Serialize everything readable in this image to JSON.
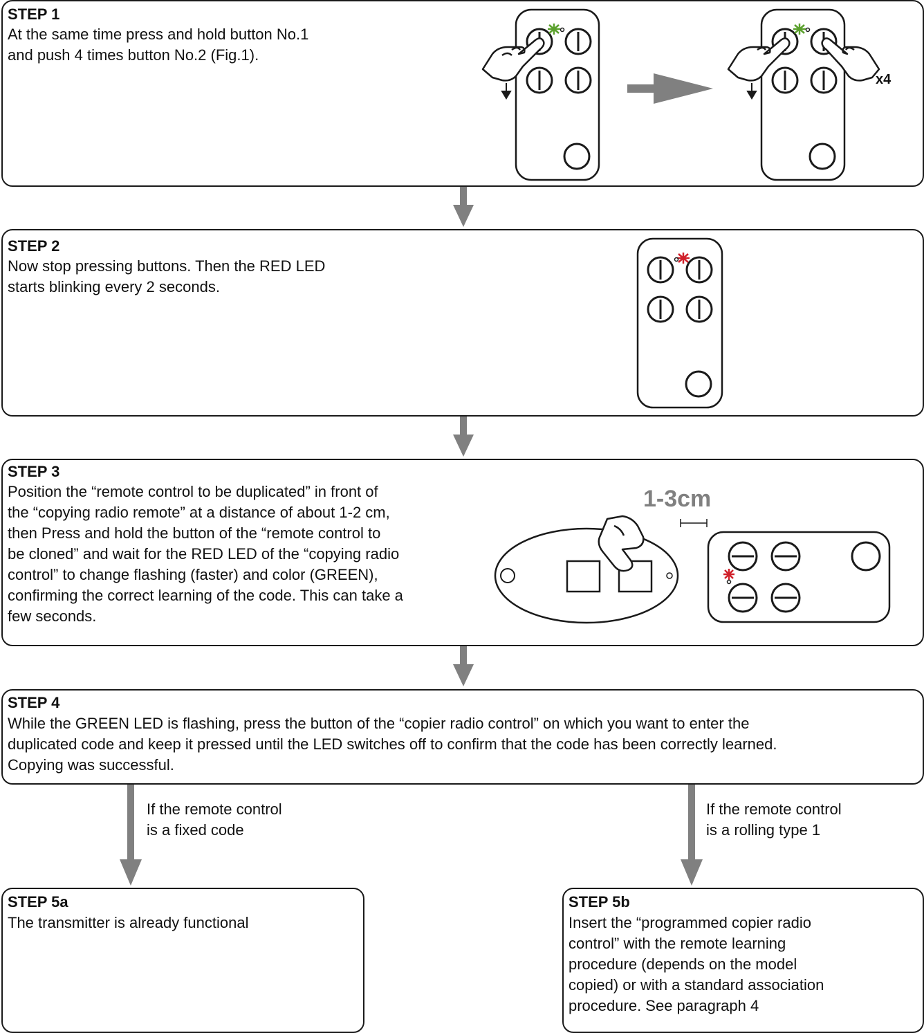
{
  "steps": {
    "s1": {
      "title": "STEP 1",
      "text": "At the same time press and hold button No.1\nand push 4 times button No.2 (Fig.1)."
    },
    "s2": {
      "title": "STEP 2",
      "text": "Now stop pressing buttons. Then the RED LED\nstarts blinking every 2 seconds."
    },
    "s3": {
      "title": "STEP 3",
      "text": "Position the “remote control to be duplicated” in front of\nthe “copying radio remote” at a distance of about 1-2 cm,\nthen Press and hold the button of the “remote control to\nbe cloned” and wait for the RED LED of the “copying radio\ncontrol” to change flashing (faster) and color (GREEN),\nconfirming the correct learning of the code. This can take a\nfew seconds."
    },
    "s4": {
      "title": "STEP 4",
      "text": "While the GREEN LED is flashing, press the button of the “copier radio control” on which you want to enter the\nduplicated code and keep it pressed until the LED switches off to confirm that the code has been correctly learned.\nCopying was successful."
    },
    "s5a": {
      "title": "STEP 5a",
      "text": "The transmitter is already functional"
    },
    "s5b": {
      "title": "STEP 5b",
      "text": "Insert the “programmed copier radio\ncontrol” with the remote learning\nprocedure (depends on the model\ncopied) or with a standard association\nprocedure. See paragraph 4"
    }
  },
  "branches": {
    "left": "If the remote control\nis a fixed code",
    "right": "If the remote control\nis a rolling type 1"
  },
  "figure_labels": {
    "times": "x4",
    "distance": "1-3cm"
  },
  "colors": {
    "green_led": "#5aa02c",
    "red_led": "#d0202a",
    "arrow": "#808080",
    "outline": "#1a1a1a"
  },
  "icons": [
    "remote-control-icon",
    "hand-press-icon",
    "led-icon",
    "down-arrow-icon",
    "right-arrow-icon"
  ]
}
